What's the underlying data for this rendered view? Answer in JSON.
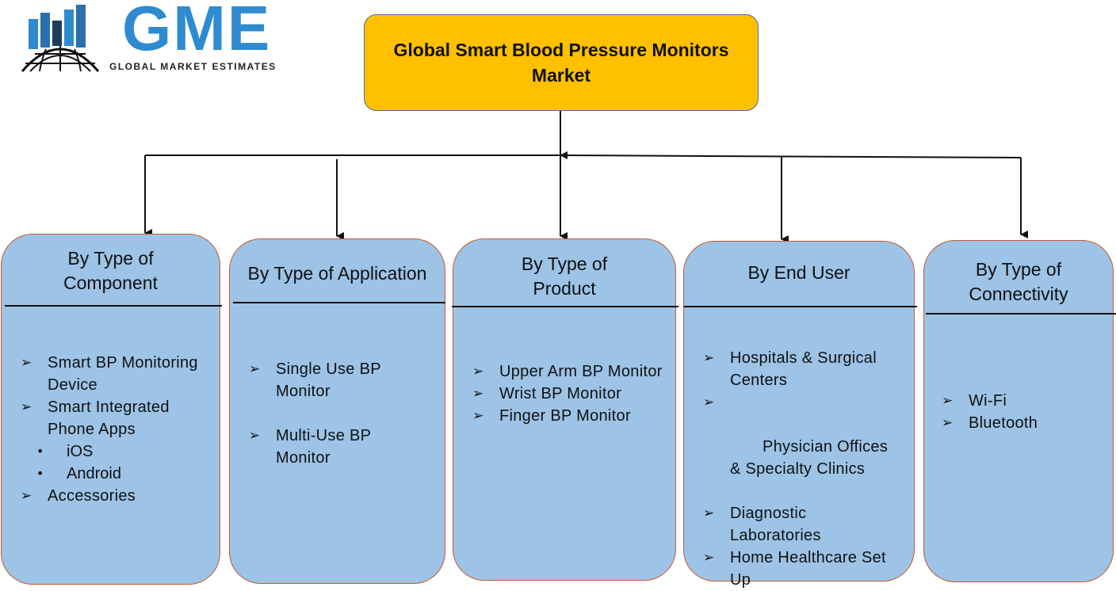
{
  "colors": {
    "root_fill": "#ffc000",
    "box_fill": "#9dc3e6",
    "box_border": "#c55a2b",
    "logo_blue": "#2e8bcf",
    "logo_dark": "#1f3b5c",
    "line": "#111111"
  },
  "logo": {
    "text": "GME",
    "subtitle": "GLOBAL MARKET ESTIMATES",
    "icon": "globe-bar-chart-icon"
  },
  "root": {
    "title": "Global Smart Blood Pressure Monitors Market"
  },
  "bullet_icon": "arrow-bullet-icon",
  "categories": [
    {
      "title": "By Type of Component",
      "items": [
        {
          "label": "Smart BP Monitoring Device"
        },
        {
          "label": "Smart Integrated Phone Apps",
          "subitems": [
            "iOS",
            "Android"
          ]
        },
        {
          "label": "Accessories"
        }
      ]
    },
    {
      "title": "By Type of Application",
      "items": [
        {
          "label": "Single Use BP Monitor"
        },
        {
          "label": "Multi-Use BP Monitor"
        }
      ]
    },
    {
      "title": "By Type of Product",
      "items": [
        {
          "label": "Upper Arm BP Monitor"
        },
        {
          "label": "Wrist BP Monitor"
        },
        {
          "label": "Finger BP Monitor"
        }
      ]
    },
    {
      "title": "By End User",
      "items": [
        {
          "label": "Hospitals & Surgical Centers"
        },
        {
          "label": " Physician Offices & Specialty Clinics"
        },
        {
          "label": "Diagnostic Laboratories"
        },
        {
          "label": "Home Healthcare Set Up"
        }
      ]
    },
    {
      "title": "By Type of Connectivity",
      "items": [
        {
          "label": "Wi-Fi"
        },
        {
          "label": "Bluetooth"
        }
      ]
    }
  ]
}
